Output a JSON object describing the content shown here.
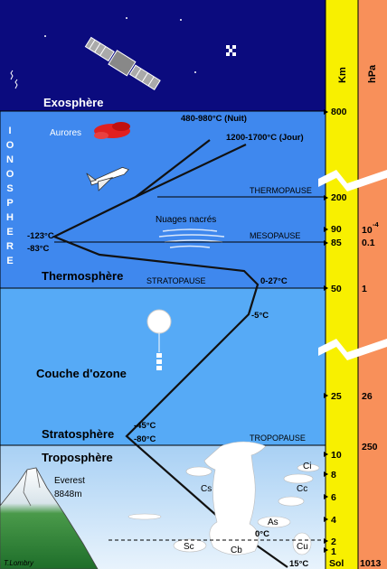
{
  "layers": {
    "exosphere": "Exosphère",
    "thermosphere": "Thermosphère",
    "ozone": "Couche d'ozone",
    "stratosphere": "Stratosphère",
    "troposphere": "Troposphère",
    "ionosphere": [
      "I",
      "O",
      "N",
      "O",
      "S",
      "P",
      "H",
      "E",
      "R",
      "E"
    ]
  },
  "boundaries": {
    "thermopause": "THERMOPAUSE",
    "mesopause": "MESOPAUSE",
    "stratopause": "STRATOPAUSE",
    "tropopause": "TROPOPAUSE"
  },
  "temperatures": {
    "night": "480-980°C (Nuit)",
    "day": "1200-1700°C (Jour)",
    "t_m123": "-123°C",
    "t_m83": "-83°C",
    "t_0_27": "0-27°C",
    "t_m5": "-5°C",
    "t_m45": "-45°C",
    "t_m80": "-80°C",
    "t_0": "0°C",
    "t_15": "15°C"
  },
  "features": {
    "aurores": "Aurores",
    "nuages": "Nuages nacrés",
    "everest_name": "Everest",
    "everest_height": "8848m",
    "credit": "T.Lombry"
  },
  "clouds": {
    "ci": "Ci",
    "cs": "Cs",
    "cc": "Cc",
    "as": "As",
    "sc": "Sc",
    "cb": "Cb",
    "cu": "Cu"
  },
  "km_axis": {
    "title": "Km",
    "ticks": [
      "800",
      "200",
      "90",
      "85",
      "50",
      "25",
      "10",
      "8",
      "6",
      "4",
      "2",
      "1",
      "Sol"
    ]
  },
  "hpa_axis": {
    "title": "hPa",
    "ticks": [
      "10",
      "-4",
      "0.1",
      "1",
      "26",
      "250",
      "1013"
    ]
  },
  "colors": {
    "space": "#0b0b7e",
    "upper": "#3f88ee",
    "lower": "#56aaf6",
    "tropo": "#cde4f8",
    "km_bar": "#f8f000",
    "hpa_bar": "#f8905a"
  }
}
